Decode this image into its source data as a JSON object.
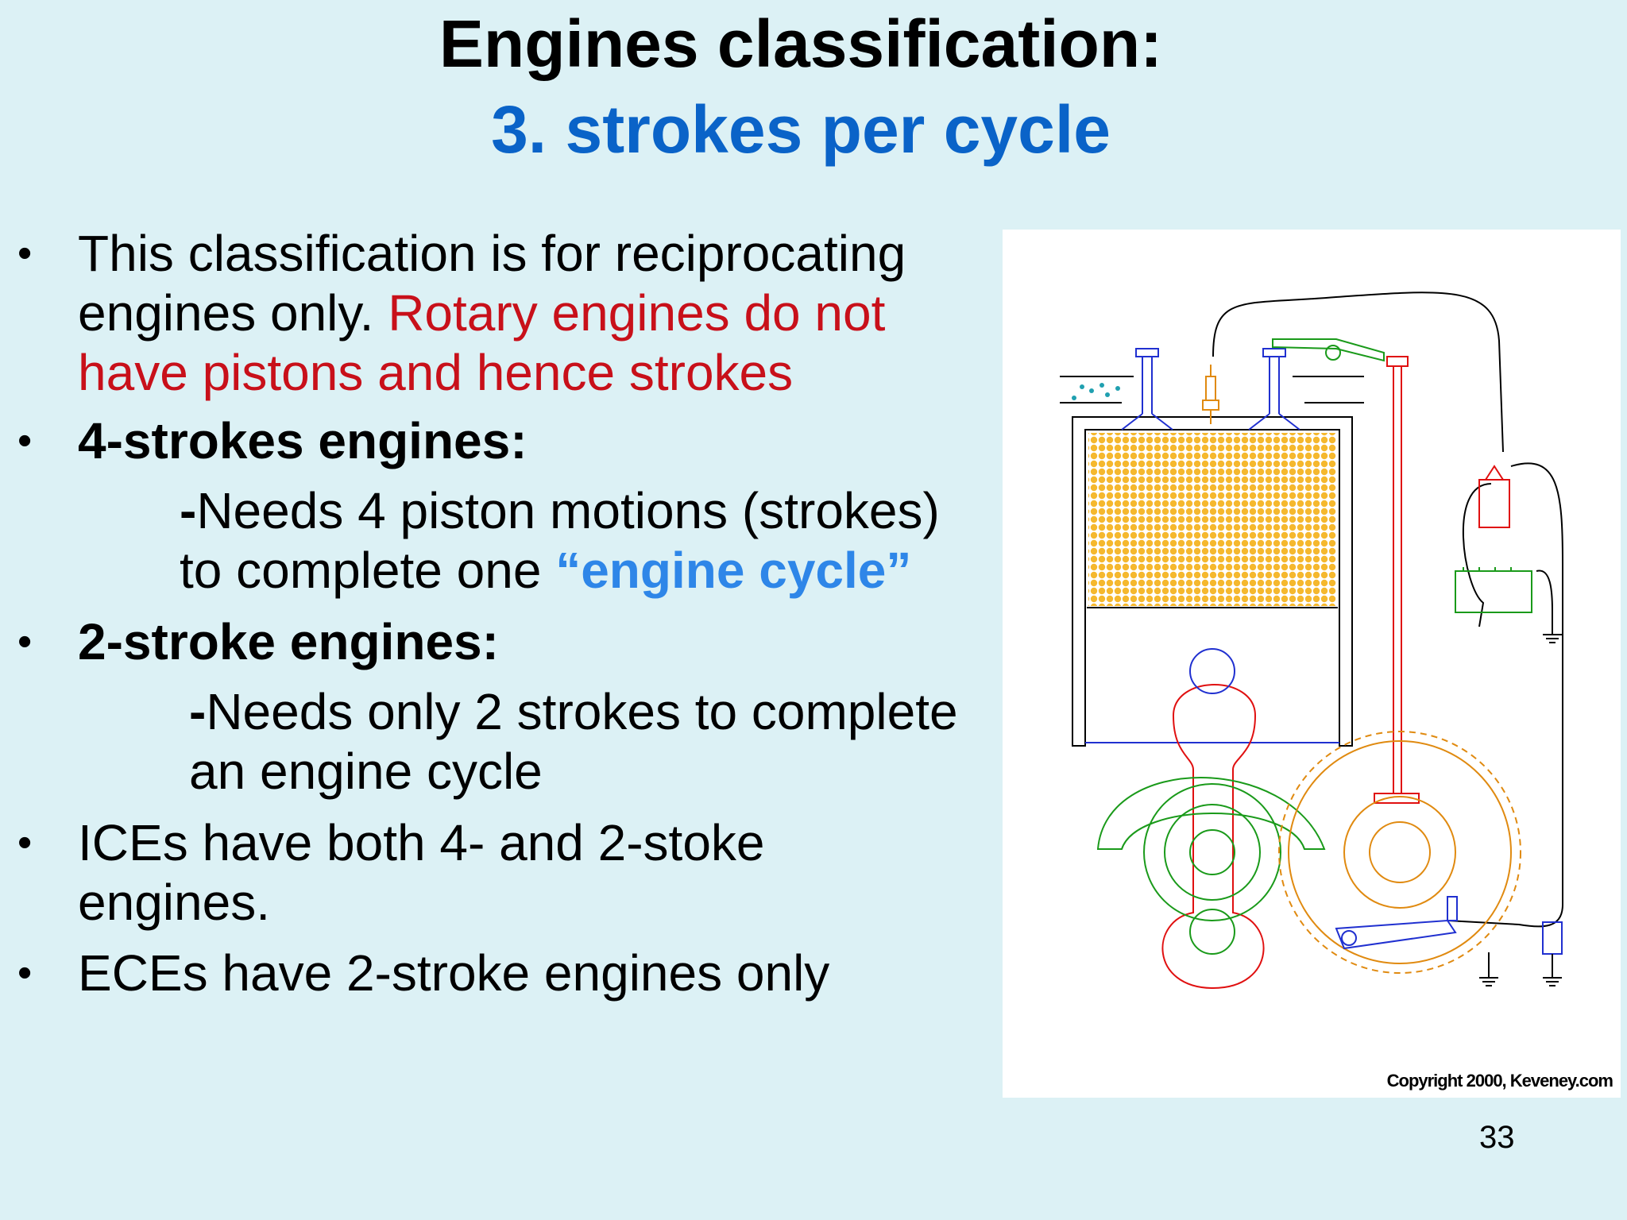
{
  "slide": {
    "title_line1": "Engines classification:",
    "title_line2": "3. strokes per cycle",
    "title_line2_color": "#0a63c8",
    "bullet_glyph": "•",
    "bullets": {
      "b1": {
        "line1": "This classification is for reciprocating",
        "line2_plain": "engines only. ",
        "line2_red": "Rotary engines do not",
        "line3_red": "have pistons and hence strokes"
      },
      "b2": {
        "heading": "4-strokes engines:",
        "sub_dash": "-",
        "sub_line1": "Needs 4 piston motions (strokes)",
        "sub_line2_plain": "to complete one ",
        "sub_line2_highlight": "“engine cycle”"
      },
      "b3": {
        "heading": "2-stroke engines:",
        "sub_dash": "-",
        "sub_line1": "Needs only 2 strokes to complete",
        "sub_line2": "an engine cycle"
      },
      "b4": {
        "line1": "ICEs have both 4- and 2-stoke",
        "line2": "engines."
      },
      "b5": {
        "line1": "ECEs have 2-stroke engines only"
      }
    },
    "figure": {
      "copyright": "Copyright 2000, Keveney.com"
    },
    "page_number": "33",
    "colors": {
      "background": "#dcf1f5",
      "emphasis_red": "#c8101a",
      "highlight_blue": "#2e86e8",
      "fuel_mixture": "#f5b82e"
    }
  }
}
